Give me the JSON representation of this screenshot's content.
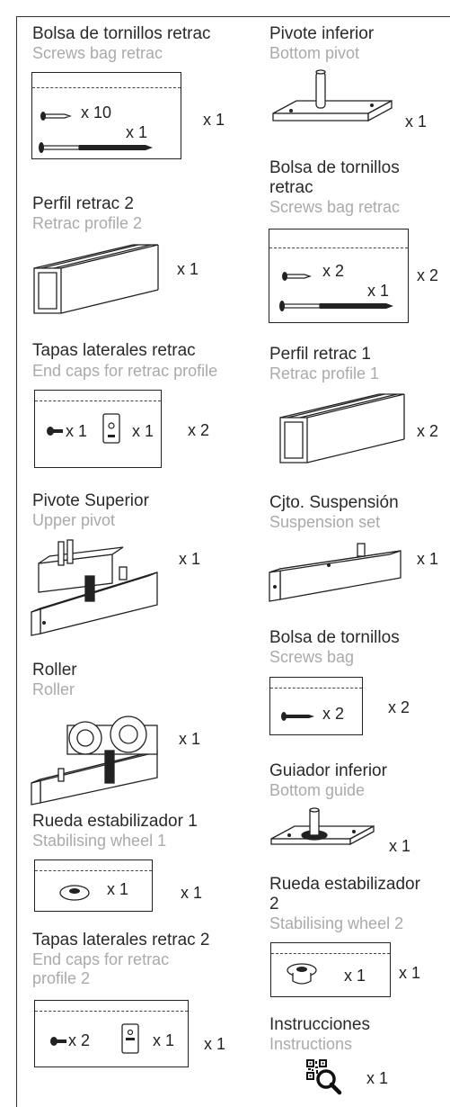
{
  "items": [
    {
      "title": "Bolsa de tornillos retrac",
      "subtitle": "Screws bag retrac",
      "qty": "x 1",
      "inner": [
        "x 10",
        "x 1"
      ]
    },
    {
      "title": "Perfil retrac 2",
      "subtitle": "Retrac profile 2",
      "qty": "x 1"
    },
    {
      "title": "Tapas laterales retrac",
      "subtitle": "End caps for retrac profile",
      "qty": "x 2",
      "inner": [
        "x 1",
        "x 1"
      ]
    },
    {
      "title": "Pivote Superior",
      "subtitle": "Upper pivot",
      "qty": "x 1"
    },
    {
      "title": "Roller",
      "subtitle": "Roller",
      "qty": "x 1"
    },
    {
      "title": "Rueda estabilizador 1",
      "subtitle": "Stabilising wheel 1",
      "qty": "x 1",
      "inner": [
        "x 1"
      ]
    },
    {
      "title": "Tapas laterales retrac 2",
      "subtitle_line1": "End caps for retrac",
      "subtitle_line2": "profile 2",
      "qty": "x 1",
      "inner": [
        "x 2",
        "x 1"
      ]
    },
    {
      "title": "Pivote inferior",
      "subtitle": "Bottom pivot",
      "qty": "x 1"
    },
    {
      "title_line1": "Bolsa de tornillos",
      "title_line2": "retrac",
      "subtitle": "Screws bag retrac",
      "qty": "x 2",
      "inner": [
        "x 2",
        "x 1"
      ]
    },
    {
      "title": "Perfil retrac 1",
      "subtitle": "Retrac profile 1",
      "qty": "x 2"
    },
    {
      "title": "Cjto. Suspensión",
      "subtitle": "Suspension set",
      "qty": "x 1"
    },
    {
      "title": "Bolsa de tornillos",
      "subtitle": "Screws bag",
      "qty": "x 2",
      "inner": [
        "x 2"
      ]
    },
    {
      "title": "Guiador inferior",
      "subtitle": "Bottom guide",
      "qty": "x 1"
    },
    {
      "title_line1": "Rueda estabilizador",
      "title_line2": "2",
      "subtitle": "Stabilising wheel 2",
      "qty": "x 1",
      "inner": [
        "x 1"
      ]
    },
    {
      "title": "Instrucciones",
      "subtitle": "Instructions",
      "qty": "x 1"
    }
  ],
  "colors": {
    "title": "#2a2a2a",
    "subtitle": "#aaaaaa",
    "line": "#222222"
  },
  "icons": [
    "screw-icon",
    "profile-icon",
    "end-cap-icon",
    "upper-pivot-icon",
    "roller-icon",
    "washer-icon",
    "bottom-pivot-icon",
    "suspension-icon",
    "bottom-guide-icon",
    "qr-magnifier-icon"
  ]
}
